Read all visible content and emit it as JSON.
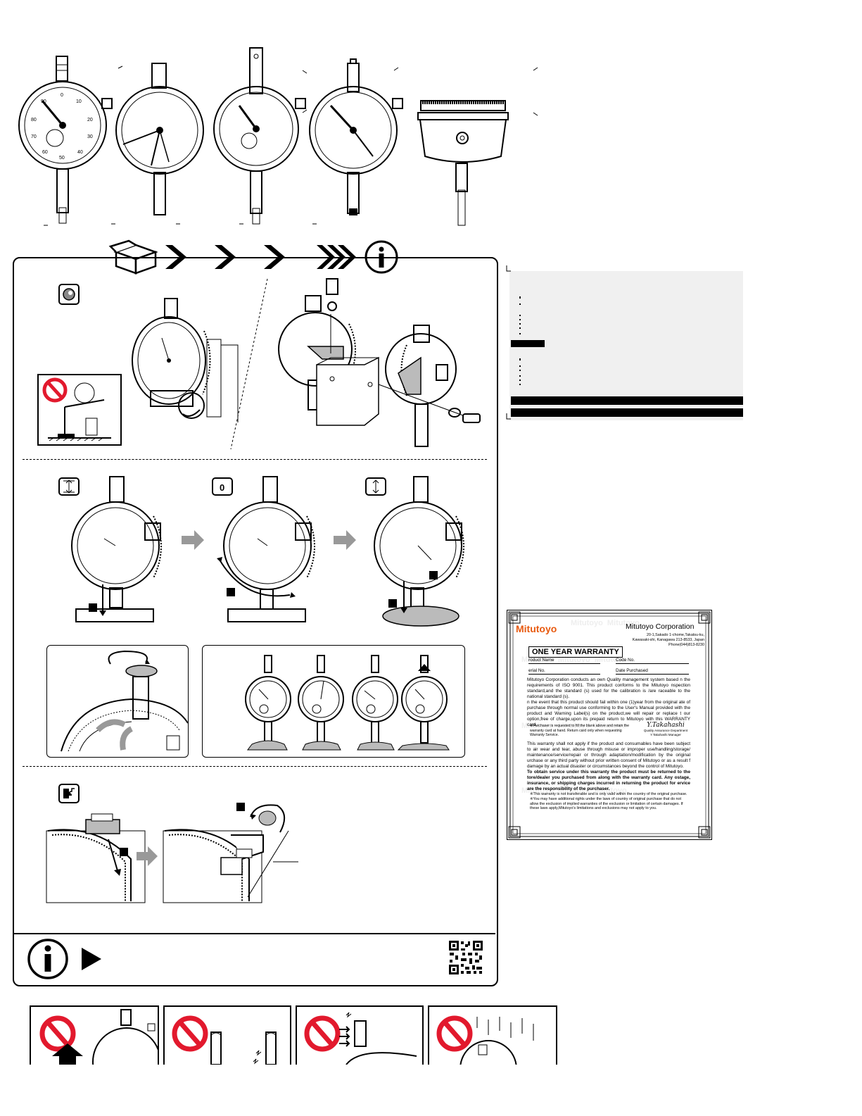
{
  "warranty": {
    "brand": "Mitutoyo",
    "company": "Mitutoyo Corporation",
    "address_line1": "20-1,Sakado 1-chome,Takatsu-ku,",
    "address_line2": "Kawasaki-shi, Kanagawa 213-8533, Japan",
    "phone": "Phone(044)813-8230",
    "title": "ONE YEAR WARRANTY",
    "field_product_name": "roduct Name",
    "field_code_no": "Code No.",
    "field_serial_no": "erial No.",
    "field_date_purchased": "Date Purchased",
    "para1": "Mitutoyo Corporation conducts an own Quality management system based n the requirements of ISO 9001. This product conforms to the Mitutoyo nspection standard,and the standard (s) used for the calibration is /are raceable to the national standard (s).",
    "para2": "n the event that this product should fail within one (1)year from the original ate of purchase through normal use conforming to the User's Manual provided with the product and Warning Label(s) on the product,we will repair or replace t our option,free of charge,upon its prepaid return to Mitutoyo with this WARRANTY card.",
    "note1": "※Purchaser is requested to fill the blank above and retain the warranty card at hand. Return card only when requesting Warranty Service.",
    "signature": "Y.Takahashi",
    "qa_dept": "Quality Assurance Department",
    "qa_manager": "Y.Takahashi Manager",
    "para3": "This warranty shall not apply if the product and consumables have been subject to air wear and tear, abuse through misuse or improper use/handling/storage/ maintenance/service/repair or through adaptation/modification by the original urchase or any third party without prior written consent of Mitutoyo or as a result f damage by an actual disaster or circumstances beyond the control of Mitutoyo.",
    "para4": "To obtain service under this warranty the product must be returned to the tore/dealer you purchased from along with the warranty card. Any ostage, insurance, or shipping charges incurred in returning the product for ervice are the responsibility of the purchaser.",
    "note2": "※This warranty is not transferable and is only valid within the country of the original purchase.",
    "note3": "※You may have additional rights under the laws of country of original purchase that do not allow the exclusion of implied warranties of the exclusion or limitation of certain damages. If these laws apply,Mitutoyo's limitations and exclusions may not apply to you."
  },
  "dial_numbers": {
    "zero": "0",
    "ten": "10",
    "twenty": "20",
    "thirty": "30",
    "forty": "40",
    "fifty": "50",
    "sixty": "60",
    "seventy": "70",
    "eighty": "80",
    "ninety": "90"
  },
  "zero_icon_label": "0"
}
